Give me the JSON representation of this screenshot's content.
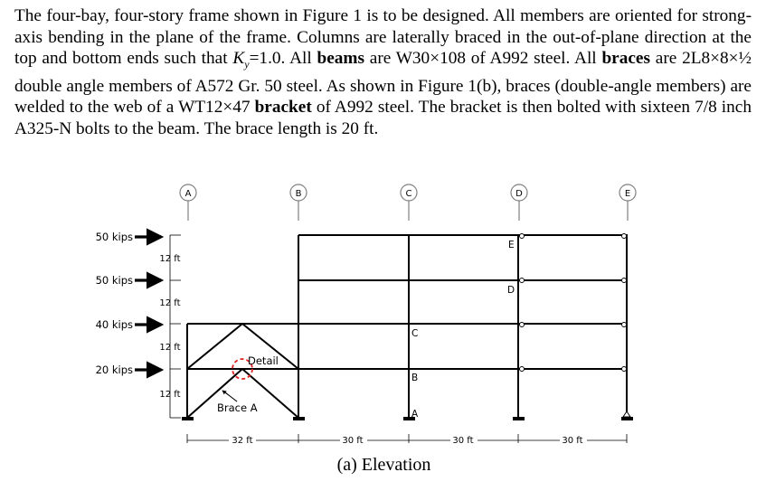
{
  "problem": {
    "p1": "The four-bay, four-story frame shown in Figure 1 is to be designed. All members are oriented for strong-axis bending in the plane of the frame. Columns are laterally braced in the out-of-plane direction at the top and bottom ends such that ",
    "k_symbol": "K",
    "k_sub": "y",
    "p2": "=1.0. All ",
    "beams_word": "beams",
    "p3": " are W30×108 of A992 steel. All ",
    "braces_word": "braces",
    "p4": " are 2L8×8×½ double angle members of A572 Gr. 50 steel. As shown in Figure 1(b), braces (double-angle members) are welded to the web of a WT12×47 ",
    "bracket_word": "bracket",
    "p5": " of A992 steel. The bracket is then bolted with sixteen 7/8 inch A325-N bolts to the beam. The brace length is 20 ft."
  },
  "figure": {
    "grid_lines": [
      "A",
      "B",
      "C",
      "D",
      "E"
    ],
    "loads": [
      "50 kips",
      "50 kips",
      "40 kips",
      "20 kips"
    ],
    "story_heights": [
      "12 ft",
      "12 ft",
      "12 ft",
      "12 ft"
    ],
    "bay_widths": [
      "32 ft",
      "30 ft",
      "30 ft",
      "30 ft"
    ],
    "detail_label": "Detail",
    "brace_label": "Brace A",
    "column_c_points": [
      "C",
      "B",
      "A"
    ],
    "column_d_points": [
      "E",
      "D"
    ],
    "colors": {
      "line": "#000000",
      "grid_leader": "#808080",
      "detail_circle": "#e02020"
    }
  },
  "caption": "(a) Elevation"
}
